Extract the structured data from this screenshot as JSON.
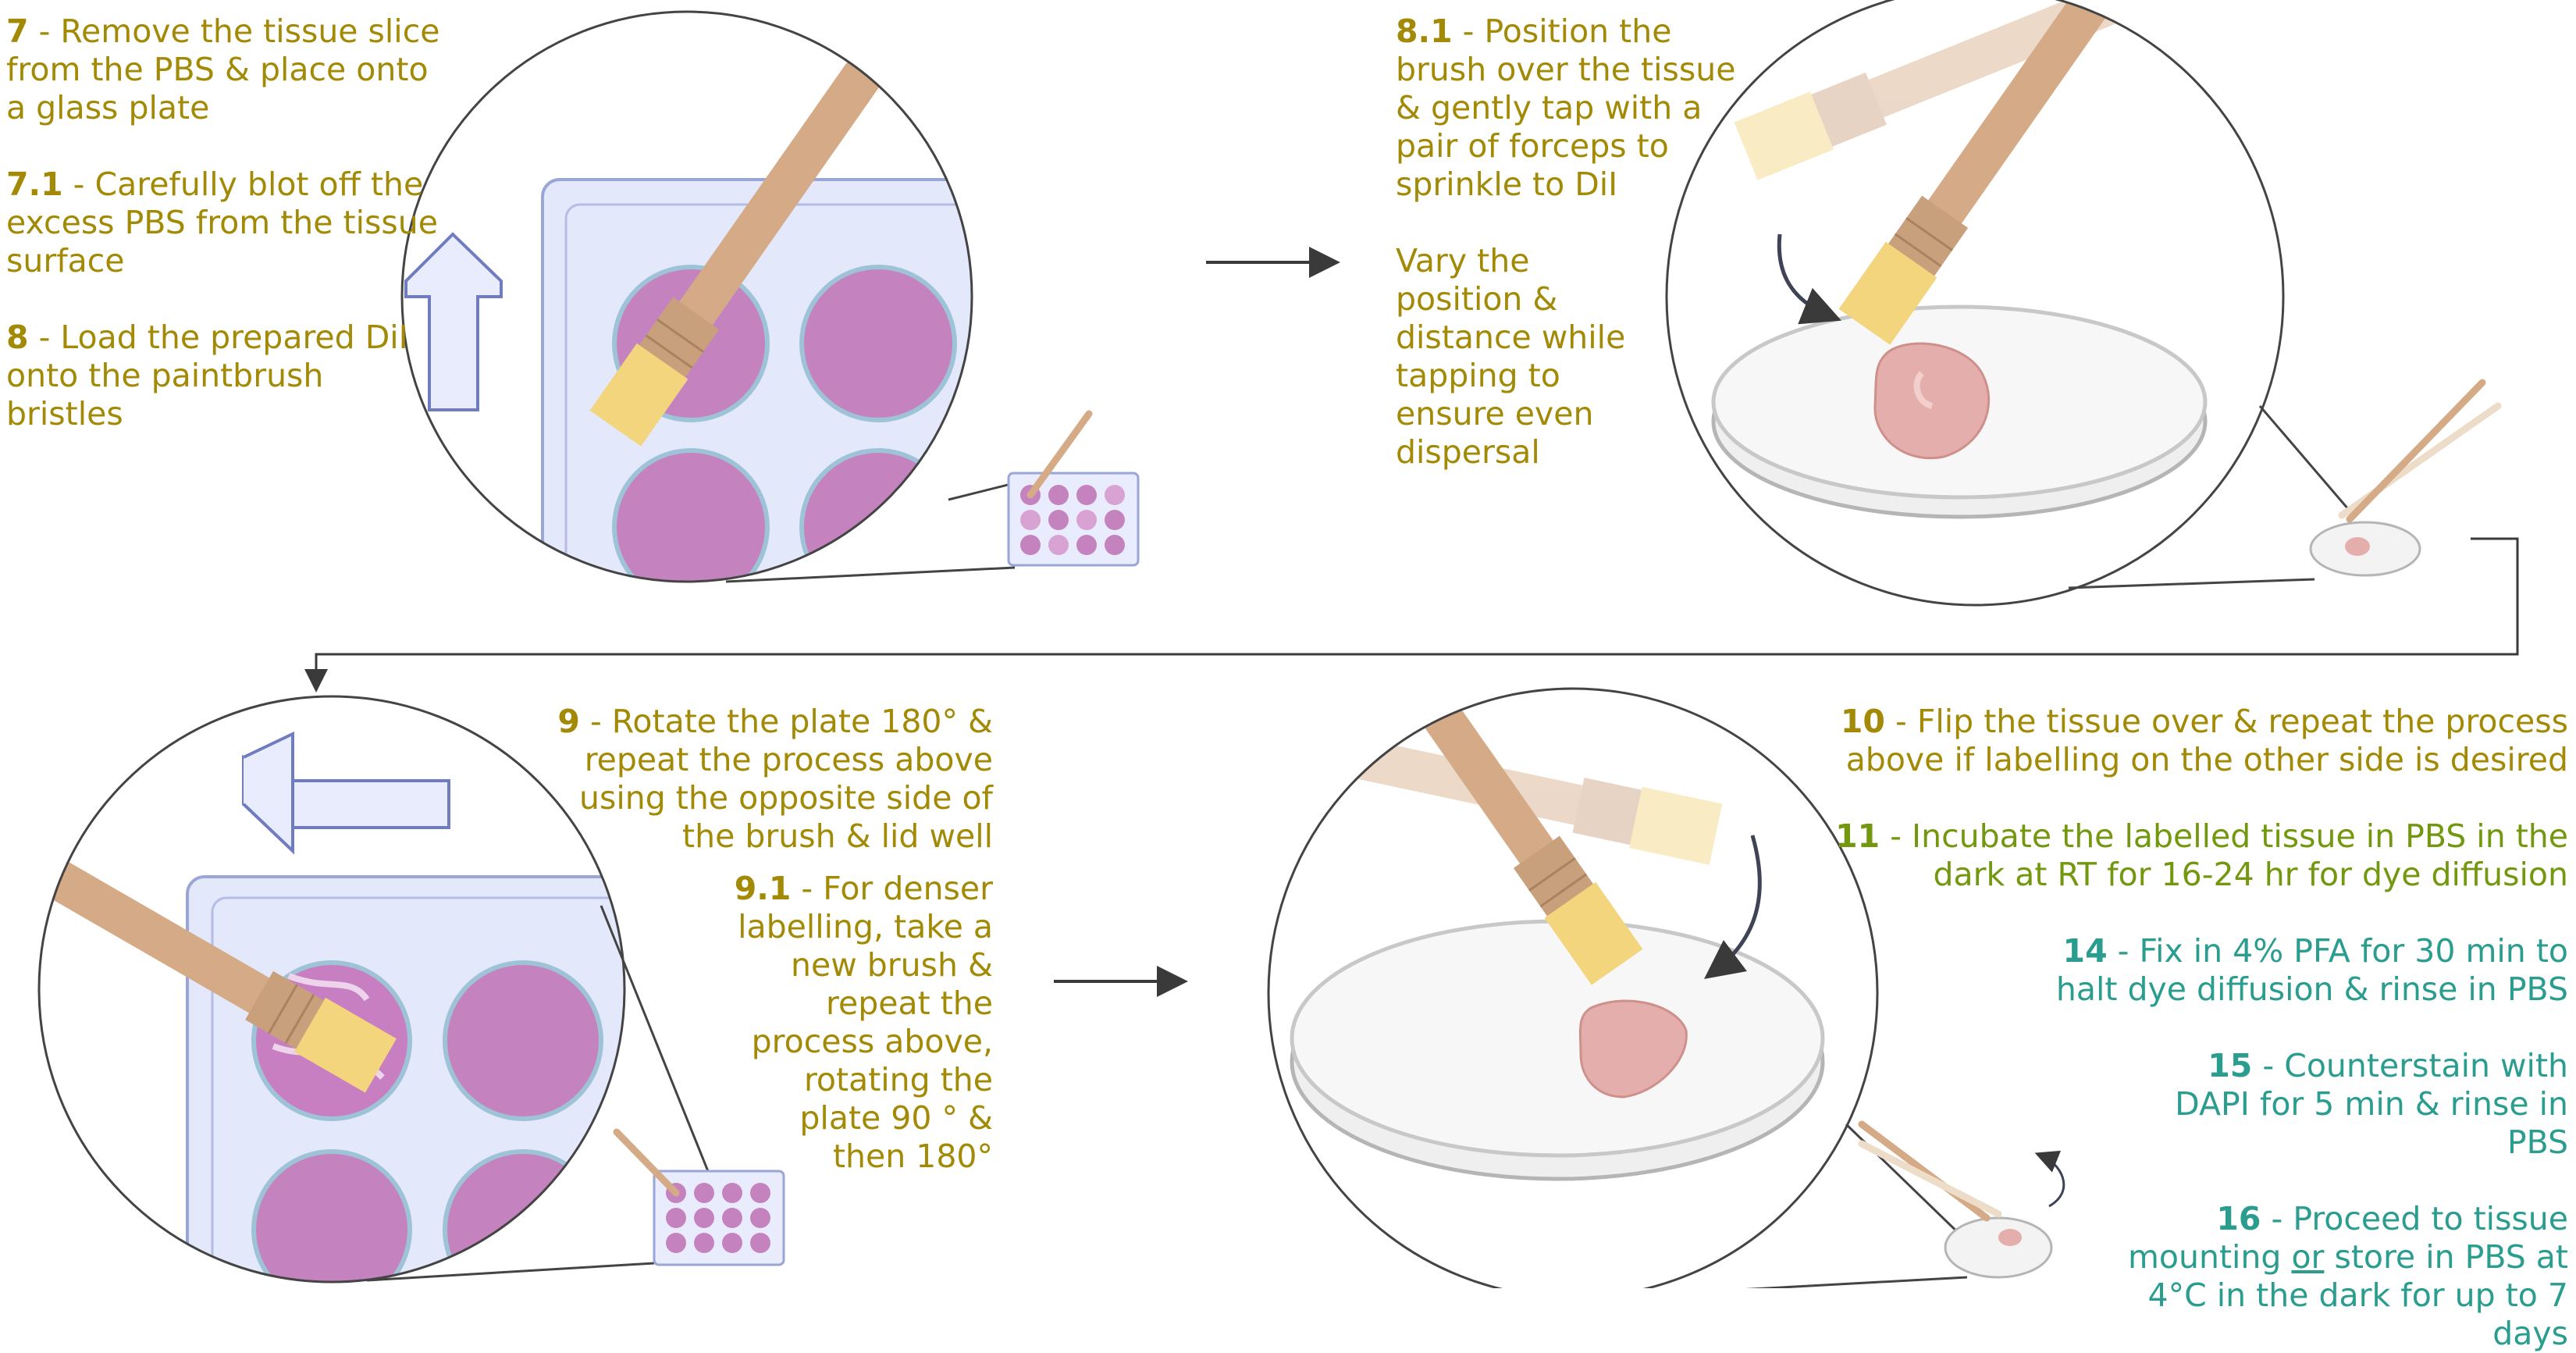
{
  "colors": {
    "gold_text": "#a38a06",
    "olive_text": "#73980f",
    "teal_text": "#2a9d8f",
    "well_magenta": "#c482bf",
    "plate_blue": "#e3e8fb",
    "brush_wood": "#d4ab86",
    "bristle_yellow": "#f2d57c",
    "tissue_pink": "#e3aeab",
    "arrow_dark": "#3a3a3a"
  },
  "icons": [
    "up-arrow-icon",
    "left-arrow-icon",
    "paintbrush-icon",
    "well-plate-icon",
    "petri-dish-icon",
    "tissue-slice-icon",
    "flow-arrow-icon"
  ],
  "panel1": {
    "s7": {
      "num": "7",
      "text": " - Remove the tissue slice from the PBS & place onto a glass plate"
    },
    "s71": {
      "num": "7.1",
      "text": " - Carefully blot off the excess PBS from the tissue surface"
    },
    "s8": {
      "num": "8",
      "text": " - Load the prepared DiI onto the paintbrush bristles"
    }
  },
  "panel2": {
    "s81": {
      "num": "8.1",
      "text": " - Position the brush over the tissue & gently tap with a pair of forceps to sprinkle to DiI"
    },
    "vary": "Vary the position & distance while tapping to ensure even dispersal"
  },
  "panel3": {
    "s9": {
      "num": "9",
      "text": " - Rotate the plate 180° & repeat the process above using the opposite side of the brush & lid well"
    },
    "s91": {
      "num": "9.1",
      "text": " - For denser labelling, take a new brush & repeat the process above, rotating the plate 90 ° & then 180°"
    }
  },
  "panel4": {
    "s10": {
      "num": "10",
      "text": " - Flip the tissue over & repeat the process above if labelling on the other side is desired"
    },
    "s11": {
      "num": "11",
      "text": " - Incubate the labelled tissue in PBS in the dark at RT for 16-24 hr for dye diffusion"
    },
    "s14": {
      "num": "14",
      "text": " - Fix in 4% PFA for 30 min to halt dye diffusion & rinse in PBS"
    },
    "s15": {
      "num": "15",
      "text": " - Counterstain with DAPI for 5 min & rinse in PBS"
    },
    "s16": {
      "num": "16",
      "pre": " - Proceed to tissue mounting ",
      "or": "or",
      "post": " store in PBS at 4°C in the dark for up to 7 days"
    }
  }
}
